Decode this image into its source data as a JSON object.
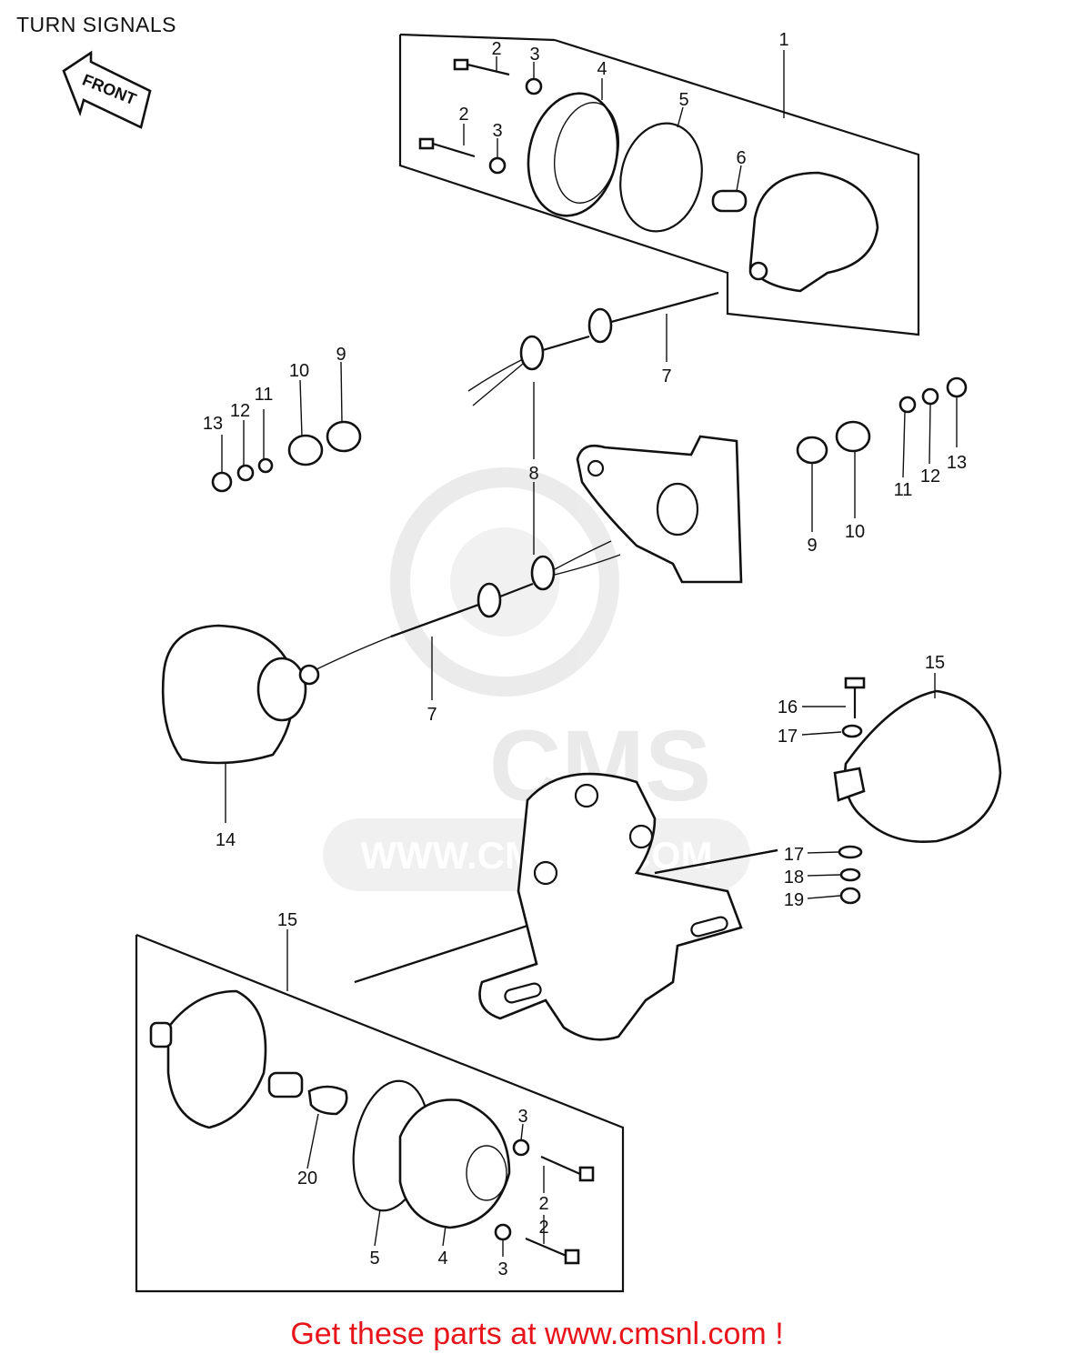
{
  "title": "TURN SIGNALS",
  "front_label": "FRONT",
  "watermark": {
    "logo_text": "CMS",
    "url_text": "WWW.CMSNL.COM"
  },
  "footer": "Get these parts at www.cmsnl.com !",
  "colors": {
    "footer_text": "#e8141b",
    "line": "#111111",
    "watermark": "#dddddd"
  },
  "callouts": {
    "c1": "1",
    "c2a": "2",
    "c3a": "3",
    "c4a": "4",
    "c2b": "2",
    "c3b": "3",
    "c5a": "5",
    "c6": "6",
    "c7a": "7",
    "c8": "8",
    "c10a": "10",
    "c9a": "9",
    "c11a": "11",
    "c12a": "12",
    "c13a": "13",
    "c9b": "9",
    "c10b": "10",
    "c11b": "11",
    "c12b": "12",
    "c13b": "13",
    "c7b": "7",
    "c14": "14",
    "c15a": "15",
    "c16": "16",
    "c17a": "17",
    "c17b": "17",
    "c18": "18",
    "c19": "19",
    "c15b": "15",
    "c20": "20",
    "c3c": "3",
    "c2c": "2",
    "c5b": "5",
    "c4b": "4",
    "c2d": "2",
    "c3d": "3"
  }
}
